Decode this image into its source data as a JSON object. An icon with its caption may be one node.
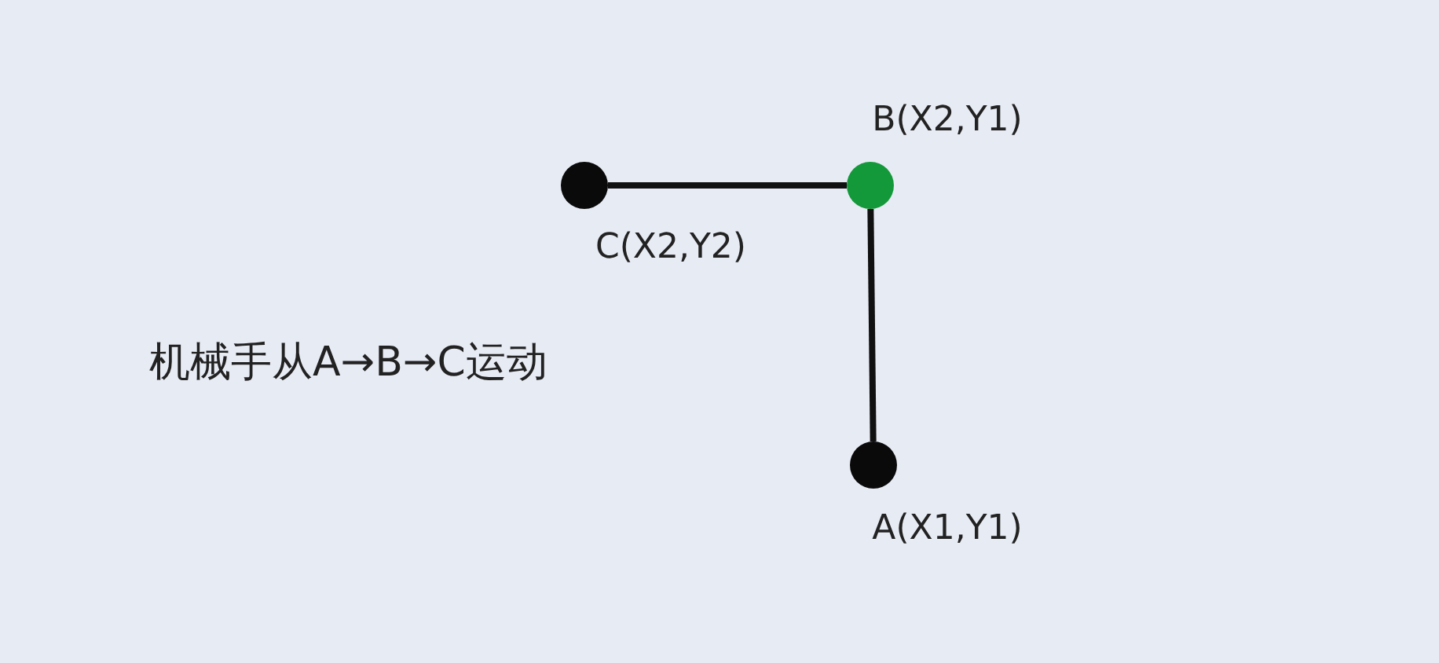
{
  "diagram": {
    "nodes": [
      {
        "text": [],
        "shape": "circle",
        "beside": [
          "C(X2,Y2)"
        ]
      },
      {
        "text": [],
        "shape": "circle",
        "beside": [
          "B(X2,Y1)"
        ]
      },
      {
        "text": [],
        "shape": "circle",
        "beside": [
          "A(X1,Y1)"
        ]
      }
    ],
    "edges": [
      {
        "from": 0,
        "to": 1,
        "arrow": "none"
      },
      {
        "from": 1,
        "to": 2,
        "arrow": "none"
      }
    ],
    "labels": [
      "机械手从A→B→C运动"
    ]
  }
}
